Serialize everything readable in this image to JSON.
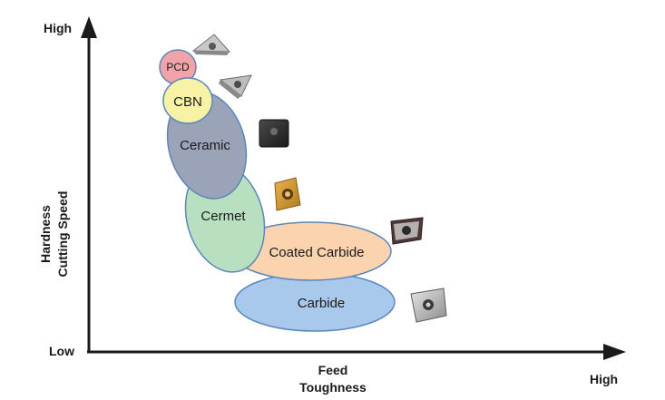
{
  "axes": {
    "y_high": "High",
    "y_low": "Low",
    "y_title_1": "Hardness",
    "y_title_2": "Cutting Speed",
    "x_title_1": "Feed",
    "x_title_2": "Toughness",
    "x_high": "High"
  },
  "materials": [
    {
      "label": "PCD",
      "color": "#f2a3a8",
      "border": "#5b87b8"
    },
    {
      "label": "CBN",
      "color": "#f7f2a6",
      "border": "#5b87b8"
    },
    {
      "label": "Ceramic",
      "color": "#9aa3b8",
      "border": "#5b87b8"
    },
    {
      "label": "Cermet",
      "color": "#b8e0c0",
      "border": "#5b87b8"
    },
    {
      "label": "Coated Carbide",
      "color": "#fbd3ae",
      "border": "#5b87b8"
    },
    {
      "label": "Carbide",
      "color": "#a8c8ec",
      "border": "#5b87b8"
    }
  ],
  "icons": [
    "triangular-insert-icon",
    "trigon-insert-icon",
    "square-black-insert-icon",
    "rhombic-gold-insert-icon",
    "square-coated-insert-icon",
    "rhombic-silver-insert-icon"
  ]
}
